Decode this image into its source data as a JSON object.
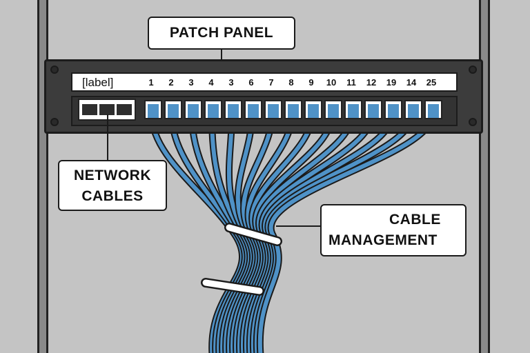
{
  "diagram": {
    "title": "Patch panel with network cables",
    "callouts": {
      "patch_panel": "PATCH PANEL",
      "network_cables_line1": "NETWORK",
      "network_cables_line2": "CABLES",
      "cable_management_line1": "CABLE",
      "cable_management_line2": "MANAGEMENT"
    },
    "panel": {
      "label_placeholder": "[label]",
      "port_numbers": [
        "1",
        "2",
        "3",
        "4",
        "3",
        "6",
        "7",
        "8",
        "9",
        "10",
        "11",
        "12",
        "19",
        "14",
        "25"
      ]
    },
    "colors": {
      "cable": "#4f92c7",
      "cable_outline": "#1a1a1a",
      "panel": "#3c3c3c",
      "background": "#c4c4c4",
      "cable_tie": "#ffffff"
    }
  }
}
